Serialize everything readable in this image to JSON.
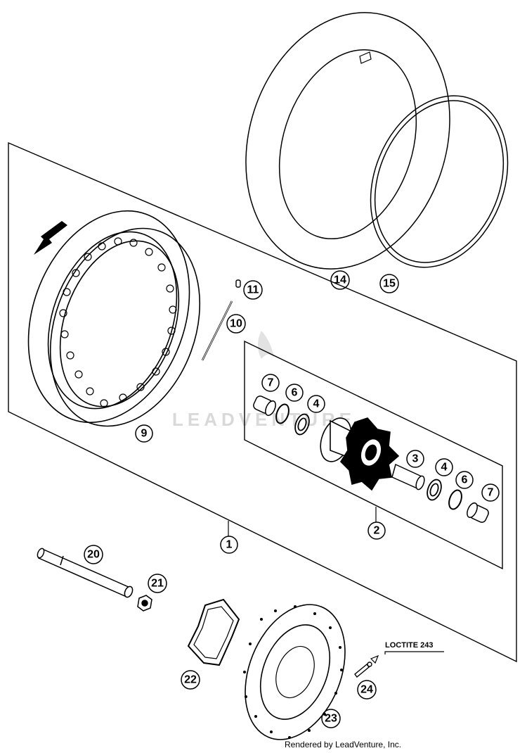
{
  "diagram": {
    "callouts": [
      {
        "id": "c1",
        "label": "1"
      },
      {
        "id": "c2",
        "label": "2"
      },
      {
        "id": "c3",
        "label": "3"
      },
      {
        "id": "c4a",
        "label": "4"
      },
      {
        "id": "c4b",
        "label": "4"
      },
      {
        "id": "c6a",
        "label": "6"
      },
      {
        "id": "c6b",
        "label": "6"
      },
      {
        "id": "c7a",
        "label": "7"
      },
      {
        "id": "c7b",
        "label": "7"
      },
      {
        "id": "c9",
        "label": "9"
      },
      {
        "id": "c10",
        "label": "10"
      },
      {
        "id": "c11",
        "label": "11"
      },
      {
        "id": "c14",
        "label": "14"
      },
      {
        "id": "c15",
        "label": "15"
      },
      {
        "id": "c20",
        "label": "20"
      },
      {
        "id": "c21",
        "label": "21"
      },
      {
        "id": "c22",
        "label": "22"
      },
      {
        "id": "c23",
        "label": "23"
      },
      {
        "id": "c24",
        "label": "24"
      }
    ],
    "note": "LOCTITE 243",
    "footer": "Rendered by LeadVenture, Inc.",
    "watermark": "LEADVENTURE"
  }
}
